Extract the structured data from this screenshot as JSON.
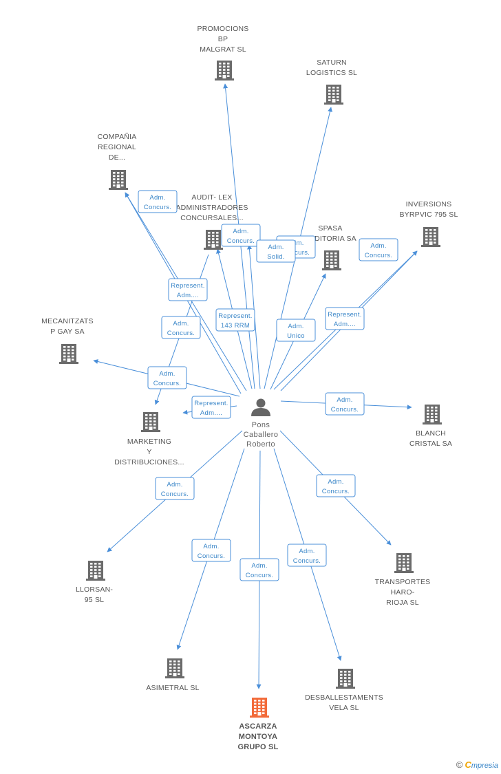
{
  "colors": {
    "edge": "#4a8fd9",
    "building": "#6b6b6b",
    "building_main": "#f26b3a",
    "person": "#666666",
    "label_text": "#3a86c8"
  },
  "center": {
    "icon": "person-icon",
    "label_lines": [
      "Pons",
      "Caballero",
      "Roberto"
    ]
  },
  "companies": [
    {
      "id": "promocions",
      "label_lines": [
        "PROMOCIONS",
        "BP",
        "MALGRAT SL"
      ],
      "icon": "building-icon"
    },
    {
      "id": "saturn",
      "label_lines": [
        "SATURN",
        "LOGISTICS SL"
      ],
      "icon": "building-icon"
    },
    {
      "id": "compania",
      "label_lines": [
        "COMPAÑIA",
        "REGIONAL",
        "DE..."
      ],
      "icon": "building-icon"
    },
    {
      "id": "audit",
      "label_lines": [
        "AUDIT- LEX",
        "ADMINISTRADORES",
        "CONCURSALES..."
      ],
      "icon": "building-icon"
    },
    {
      "id": "spasa",
      "label_lines": [
        "SPASA",
        "AUDITORIA SA"
      ],
      "icon": "building-icon"
    },
    {
      "id": "inversions",
      "label_lines": [
        "INVERSIONS",
        "BYRPVIC 795 SL"
      ],
      "icon": "building-icon"
    },
    {
      "id": "mecanitzats",
      "label_lines": [
        "MECANITZATS",
        "P GAY SA"
      ],
      "icon": "building-icon"
    },
    {
      "id": "marketing",
      "label_lines": [
        "MARKETING",
        "Y",
        "DISTRIBUCIONES..."
      ],
      "icon": "building-icon"
    },
    {
      "id": "blanch",
      "label_lines": [
        "BLANCH",
        "CRISTAL SA"
      ],
      "icon": "building-icon"
    },
    {
      "id": "llorsan",
      "label_lines": [
        "LLORSAN-",
        "95 SL"
      ],
      "icon": "building-icon"
    },
    {
      "id": "transportes",
      "label_lines": [
        "TRANSPORTES",
        "HARO-",
        "RIOJA SL"
      ],
      "icon": "building-icon"
    },
    {
      "id": "asimetral",
      "label_lines": [
        "ASIMETRAL SL"
      ],
      "icon": "building-icon"
    },
    {
      "id": "ascarza",
      "label_lines": [
        "ASCARZA",
        "MONTOYA",
        "GRUPO SL"
      ],
      "icon": "building-icon",
      "main": true
    },
    {
      "id": "desballestaments",
      "label_lines": [
        "DESBALLESTAMENTS",
        "VELA SL"
      ],
      "icon": "building-icon"
    }
  ],
  "edges": [
    {
      "target": "promocions",
      "label_lines": [
        "Adm.",
        "Concurs."
      ]
    },
    {
      "target": "saturn",
      "label_lines": [
        "Adm.",
        "Concurs."
      ]
    },
    {
      "target": "compania",
      "label_lines": [
        "Adm.",
        "Concurs."
      ]
    },
    {
      "target": "compania",
      "label_lines": [
        "Represent.",
        "Adm...."
      ]
    },
    {
      "target": "audit",
      "label_lines": [
        "Represent.",
        "143 RRM"
      ]
    },
    {
      "target": "audit",
      "label_lines": [
        "Adm.",
        "Solid."
      ]
    },
    {
      "target": "spasa",
      "label_lines": [
        "Adm.",
        "Unico"
      ]
    },
    {
      "target": "inversions",
      "label_lines": [
        "Adm.",
        "Concurs."
      ]
    },
    {
      "target": "inversions",
      "label_lines": [
        "Represent.",
        "Adm...."
      ]
    },
    {
      "target": "mecanitzats",
      "label_lines": [
        "Adm.",
        "Concurs."
      ]
    },
    {
      "target": "marketing",
      "label_lines": [
        "Represent.",
        "Adm...."
      ]
    },
    {
      "target": "marketing",
      "label_lines": [
        "Adm.",
        "Concurs."
      ]
    },
    {
      "target": "blanch",
      "label_lines": [
        "Adm.",
        "Concurs."
      ]
    },
    {
      "target": "llorsan",
      "label_lines": [
        "Adm.",
        "Concurs."
      ]
    },
    {
      "target": "transportes",
      "label_lines": [
        "Adm.",
        "Concurs."
      ]
    },
    {
      "target": "asimetral",
      "label_lines": [
        "Adm.",
        "Concurs."
      ]
    },
    {
      "target": "ascarza",
      "label_lines": [
        "Adm.",
        "Concurs."
      ]
    },
    {
      "target": "desballestaments",
      "label_lines": [
        "Adm.",
        "Concurs."
      ]
    }
  ],
  "footer": {
    "copyright": "©",
    "brand_first": "C",
    "brand_rest": "mpresia"
  }
}
